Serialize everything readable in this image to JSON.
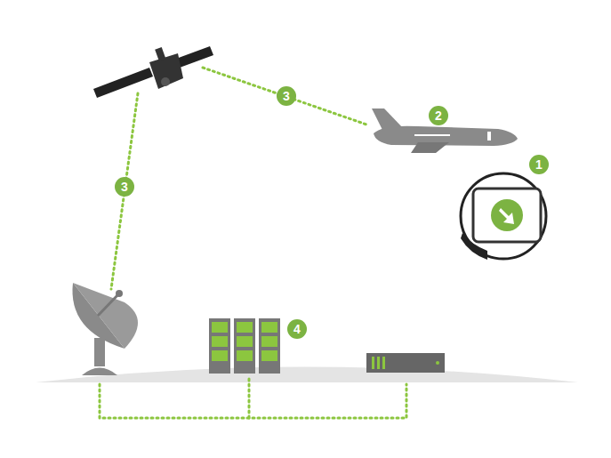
{
  "diagram": {
    "labels": [
      "3",
      "2",
      "1",
      "3",
      "4"
    ]
  }
}
